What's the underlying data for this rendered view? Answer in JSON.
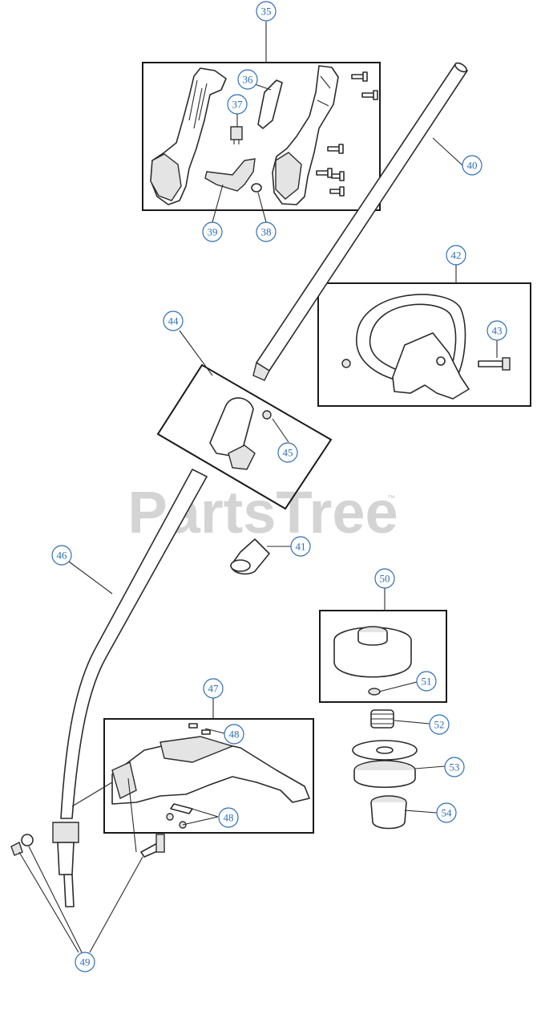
{
  "watermark": {
    "text": "PartsTree",
    "trademark": "™"
  },
  "callouts": [
    {
      "id": "c35",
      "label": "35"
    },
    {
      "id": "c36",
      "label": "36"
    },
    {
      "id": "c37",
      "label": "37"
    },
    {
      "id": "c38",
      "label": "38"
    },
    {
      "id": "c39",
      "label": "39"
    },
    {
      "id": "c40",
      "label": "40"
    },
    {
      "id": "c41",
      "label": "41"
    },
    {
      "id": "c42",
      "label": "42"
    },
    {
      "id": "c43",
      "label": "43"
    },
    {
      "id": "c44",
      "label": "44"
    },
    {
      "id": "c45",
      "label": "45"
    },
    {
      "id": "c46",
      "label": "46"
    },
    {
      "id": "c47",
      "label": "47"
    },
    {
      "id": "c48a",
      "label": "48"
    },
    {
      "id": "c48b",
      "label": "48"
    },
    {
      "id": "c49",
      "label": "49"
    },
    {
      "id": "c50",
      "label": "50"
    },
    {
      "id": "c51",
      "label": "51"
    },
    {
      "id": "c52",
      "label": "52"
    },
    {
      "id": "c53",
      "label": "53"
    },
    {
      "id": "c54",
      "label": "54"
    }
  ]
}
